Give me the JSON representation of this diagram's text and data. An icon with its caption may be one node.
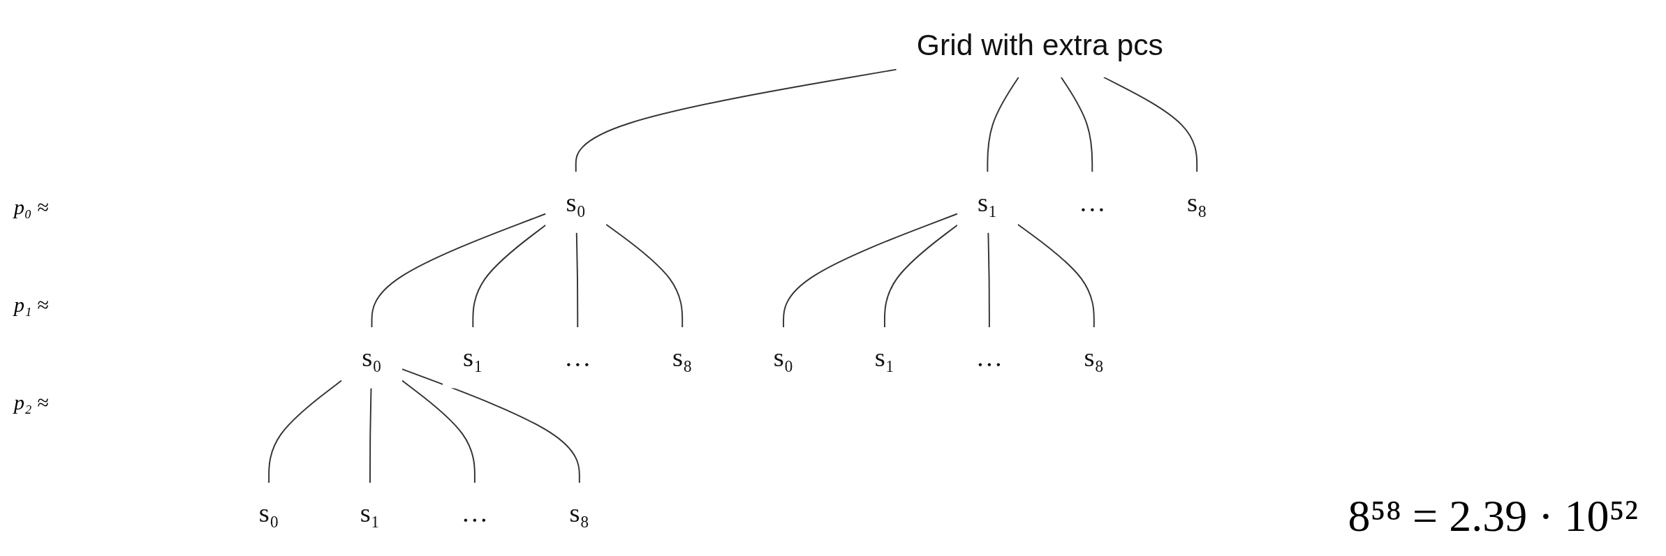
{
  "diagram": {
    "nodes": [
      {
        "text": [
          "Grid with extra pcs"
        ]
      },
      {
        "text": [
          "s₀"
        ]
      },
      {
        "text": [
          "s₁"
        ]
      },
      {
        "text": [
          "…"
        ]
      },
      {
        "text": [
          "s₈"
        ]
      },
      {
        "text": [
          "s₀"
        ]
      },
      {
        "text": [
          "s₁"
        ]
      },
      {
        "text": [
          "…"
        ]
      },
      {
        "text": [
          "s₈"
        ]
      },
      {
        "text": [
          "s₀"
        ]
      },
      {
        "text": [
          "s₁"
        ]
      },
      {
        "text": [
          "…"
        ]
      },
      {
        "text": [
          "s₈"
        ]
      },
      {
        "text": [
          "s₀"
        ]
      },
      {
        "text": [
          "s₁"
        ]
      },
      {
        "text": [
          "…"
        ]
      },
      {
        "text": [
          "s₈"
        ]
      }
    ],
    "edges": [
      {
        "from": 0,
        "to": 1,
        "arrow": "none"
      },
      {
        "from": 0,
        "to": 2,
        "arrow": "none"
      },
      {
        "from": 0,
        "to": 3,
        "arrow": "none"
      },
      {
        "from": 0,
        "to": 4,
        "arrow": "none"
      },
      {
        "from": 1,
        "to": 5,
        "arrow": "none"
      },
      {
        "from": 1,
        "to": 6,
        "arrow": "none"
      },
      {
        "from": 1,
        "to": 7,
        "arrow": "none"
      },
      {
        "from": 1,
        "to": 8,
        "arrow": "none"
      },
      {
        "from": 2,
        "to": 9,
        "arrow": "none"
      },
      {
        "from": 2,
        "to": 10,
        "arrow": "none"
      },
      {
        "from": 2,
        "to": 11,
        "arrow": "none"
      },
      {
        "from": 2,
        "to": 12,
        "arrow": "none"
      },
      {
        "from": 5,
        "to": 13,
        "arrow": "none"
      },
      {
        "from": 5,
        "to": 14,
        "arrow": "none"
      },
      {
        "from": 5,
        "to": 15,
        "arrow": "none"
      },
      {
        "from": 5,
        "to": 16,
        "arrow": "none"
      }
    ],
    "labels": [
      "p₀ ≈",
      "p₁ ≈",
      "p₂ ≈",
      "8⁵⁸ = 2.39 · 10⁵²"
    ]
  }
}
